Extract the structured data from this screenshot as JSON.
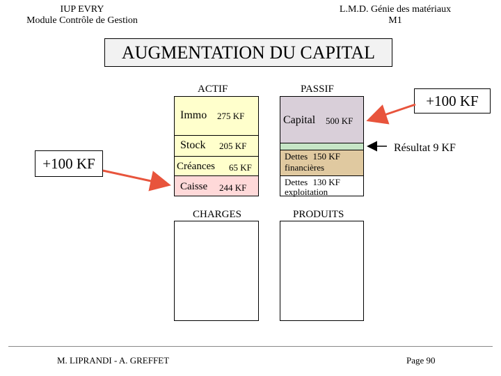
{
  "header": {
    "left_line1": "IUP EVRY",
    "left_line2": "Module Contrôle de Gestion",
    "right_line1": "L.M.D.  Génie des matériaux",
    "right_line2": "M1"
  },
  "title": "AUGMENTATION DU CAPITAL",
  "bilan": {
    "actif_header": "ACTIF",
    "passif_header": "PASSIF",
    "immo": {
      "label": "Immo",
      "value": "275 KF"
    },
    "stock": {
      "label": "Stock",
      "value": "205 KF"
    },
    "creances": {
      "label": "Créances",
      "value": "65 KF"
    },
    "caisse": {
      "label": "Caisse",
      "value": "244 KF"
    },
    "capital": {
      "label": "Capital",
      "value": "500 KF"
    },
    "dettes_fin": {
      "line1_label": "Dettes",
      "line1_value": "150 KF",
      "line2": "financières"
    },
    "dettes_exp": {
      "line1_label": "Dettes",
      "line1_value": "130 KF",
      "line2": "exploitation"
    }
  },
  "annotations": {
    "left_increase": "+100 KF",
    "right_increase": "+100 KF",
    "resultat": "Résultat 9 KF"
  },
  "resultat_compte": {
    "charges_header": "CHARGES",
    "produits_header": "PRODUITS"
  },
  "footer": {
    "authors": "M. LIPRANDI - A. GREFFET",
    "page": "Page 90"
  },
  "colors": {
    "title_bg": "#f2f2f2",
    "immo_bg": "#ffffcc",
    "stock_bg": "#ffffcc",
    "creances_bg": "#ffffcc",
    "caisse_bg": "#ffd9d9",
    "capital_bg": "#d9cfd9",
    "resultat_bg": "#c6e6c6",
    "dettes_fin_bg": "#e0c9a0",
    "arrow": "#e8543c"
  }
}
